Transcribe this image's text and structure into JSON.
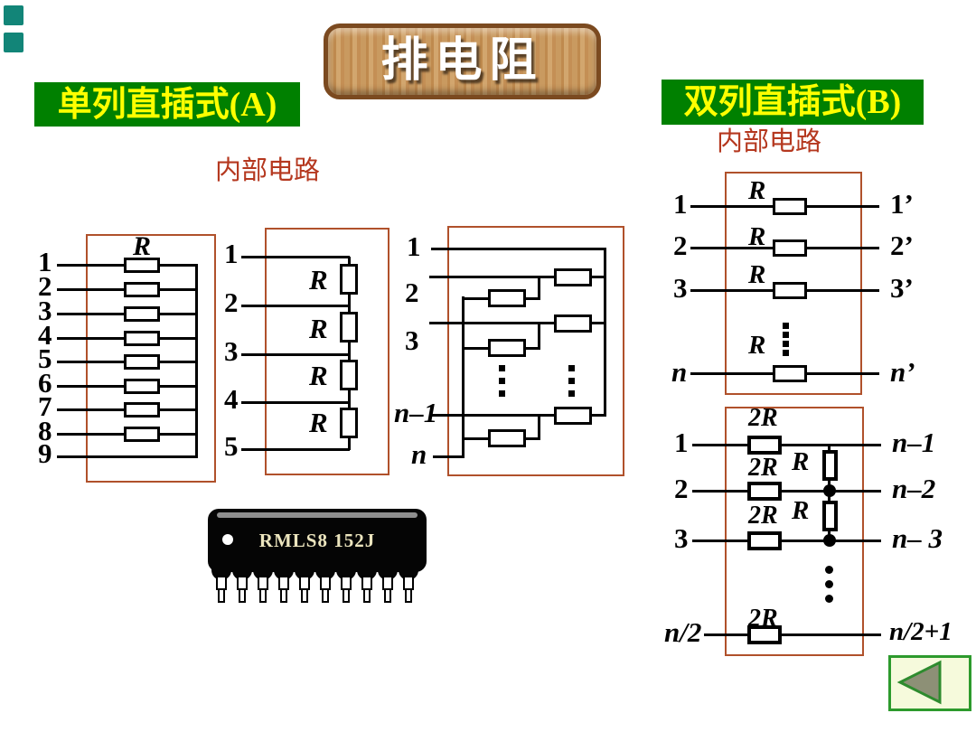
{
  "banner": {
    "title": "排电阻"
  },
  "headers": {
    "left": "单列直插式(A)",
    "right": "双列直插式(B)"
  },
  "section_labels": {
    "left": "内部电路",
    "right": "内部电路"
  },
  "colors": {
    "header_bg": "#008000",
    "header_text": "#FFFF00",
    "label_red": "#B5381F",
    "box_border": "#B0512B",
    "wood_fill": "#C8965A",
    "wood_border": "#7B4A20",
    "button_bg": "#F6FADC",
    "button_green": "#2D9A2D",
    "triangle_fill": "#8D9076",
    "corner_square_teal": "#128578"
  },
  "diagram_sip_common": {
    "pins": [
      "1",
      "2",
      "3",
      "4",
      "5",
      "6",
      "7",
      "8",
      "9"
    ],
    "r_label": "R"
  },
  "diagram_sip_isolated": {
    "pins": [
      "1",
      "2",
      "3",
      "4",
      "5"
    ],
    "r_labels": [
      "R",
      "R",
      "R",
      "R"
    ]
  },
  "diagram_sip_dual": {
    "pins": [
      "1",
      "2",
      "3",
      "n–1",
      "n"
    ]
  },
  "diagram_dip_isolated": {
    "left_pins": [
      "1",
      "2",
      "3",
      "n"
    ],
    "right_pins": [
      "1’",
      "2’",
      "3’",
      "n’"
    ],
    "r_labels": [
      "R",
      "R",
      "R",
      "R"
    ]
  },
  "diagram_dip_ladder": {
    "left_pins": [
      "1",
      "2",
      "3",
      "n/2"
    ],
    "right_pins": [
      "n–1",
      "n–2",
      "n– 3",
      "n/2+1"
    ],
    "series_labels": [
      "2R",
      "2R",
      "2R",
      "2R"
    ],
    "shunt_labels": [
      "R",
      "R"
    ]
  },
  "component": {
    "marking": "RMLS8 152J"
  }
}
